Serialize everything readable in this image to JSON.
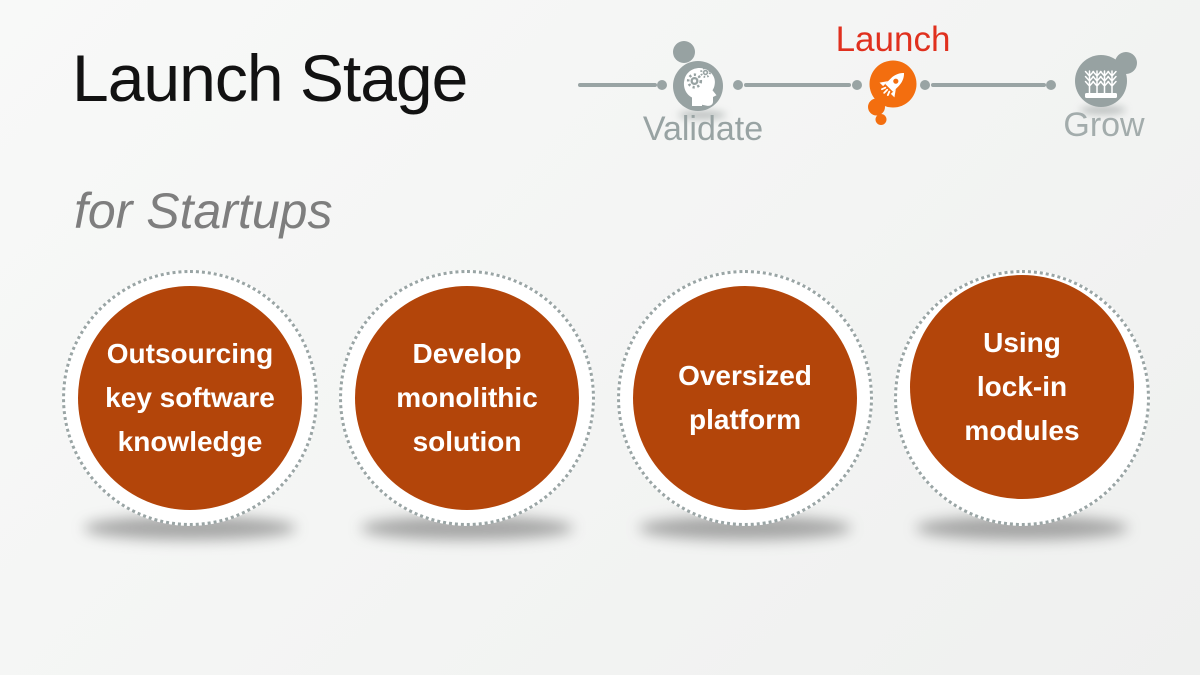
{
  "slide": {
    "title": "Launch Stage",
    "subtitle": "for Startups"
  },
  "tracker": {
    "stages": [
      {
        "id": "validate",
        "label": "Validate",
        "state": "inactive",
        "icon": "head-gears-icon"
      },
      {
        "id": "launch",
        "label": "Launch",
        "state": "active",
        "icon": "rocket-icon"
      },
      {
        "id": "grow",
        "label": "Grow",
        "state": "inactive",
        "icon": "wheat-icon"
      }
    ]
  },
  "pitfalls": [
    {
      "label": "Outsourcing key software knowledge",
      "lines": [
        "Outsourcing",
        "key software",
        "knowledge"
      ]
    },
    {
      "label": "Develop monolithic solution",
      "lines": [
        "Develop",
        "monolithic",
        "solution"
      ]
    },
    {
      "label": "Oversized platform",
      "lines": [
        "Oversized",
        "platform"
      ]
    },
    {
      "label": "Using lock-in modules",
      "lines": [
        "Using",
        "lock-in",
        "modules"
      ]
    }
  ],
  "colors": {
    "badge_fill": "#b3450a",
    "badge_text": "#ffffff",
    "ring_dots": "#9aa5a5",
    "tracker_inactive": "#97a2a2",
    "tracker_active": "#f36e0f",
    "active_label": "#e0301e",
    "title": "#121212",
    "subtitle": "#7e7e7e",
    "background": "#f4f5f4"
  }
}
